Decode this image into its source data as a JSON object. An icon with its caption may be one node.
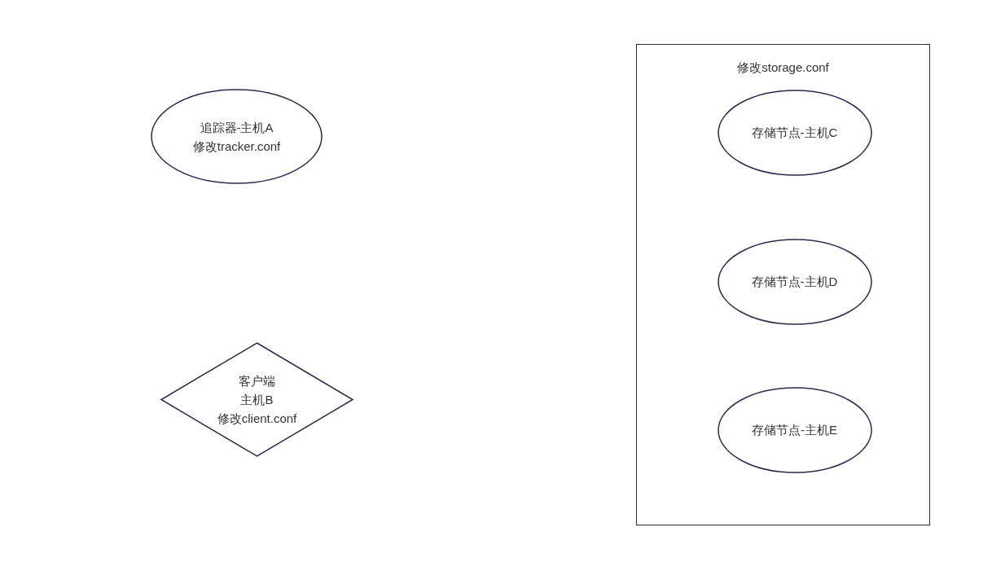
{
  "diagram": {
    "nodes": [
      {
        "text": [
          "追踪器-主机A",
          "修改tracker.conf"
        ]
      },
      {
        "text": [
          "客户端",
          "主机B",
          "修改client.conf"
        ]
      },
      {
        "text": [
          "修改storage.conf"
        ]
      },
      {
        "text": [
          "存储节点-主机C"
        ],
        "in": 2
      },
      {
        "text": [
          "存储节点-主机D"
        ],
        "in": 2
      },
      {
        "text": [
          "存储节点-主机E"
        ],
        "in": 2
      }
    ]
  }
}
